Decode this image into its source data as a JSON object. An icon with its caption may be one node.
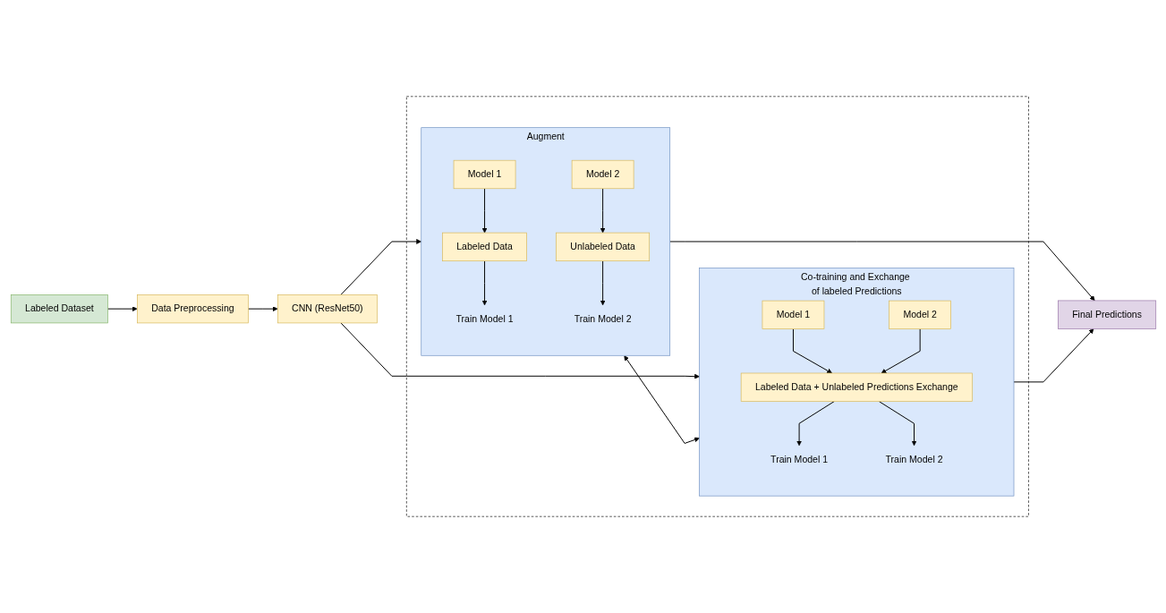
{
  "diagram": {
    "nodes": [
      {
        "text": [
          "Labeled Dataset"
        ]
      },
      {
        "text": [
          "Data Preprocessing"
        ]
      },
      {
        "text": [
          "CNN (ResNet50)"
        ]
      },
      {
        "text": [],
        "shape": "box"
      },
      {
        "text": [
          "Augment"
        ],
        "in": 3
      },
      {
        "text": [
          "Model 1"
        ],
        "in": 4
      },
      {
        "text": [
          "Model 2"
        ],
        "in": 4
      },
      {
        "text": [
          "Labeled Data"
        ],
        "in": 4
      },
      {
        "text": [
          "Unlabeled Data"
        ],
        "in": 4
      },
      {
        "text": [
          "Train Model 1"
        ],
        "in": 4
      },
      {
        "text": [
          "Train Model 2"
        ],
        "in": 4
      },
      {
        "text": [
          "Co-training and Exchange of labeled Predictions"
        ],
        "in": 3
      },
      {
        "text": [
          "Model 1"
        ],
        "in": 11
      },
      {
        "text": [
          "Model 2"
        ],
        "in": 11
      },
      {
        "text": [
          "Labeled Data + Unlabeled Predictions Exchange"
        ],
        "in": 11
      },
      {
        "text": [
          "Train Model 1"
        ],
        "in": 11
      },
      {
        "text": [
          "Train Model 2"
        ],
        "in": 11
      },
      {
        "text": [
          "Final Predictions"
        ]
      }
    ],
    "edges": [
      {
        "from": 0,
        "to": 1,
        "arrow": "to"
      },
      {
        "from": 1,
        "to": 2,
        "arrow": "to"
      },
      {
        "from": 2,
        "to": 4,
        "arrow": "to"
      },
      {
        "from": 2,
        "to": 11,
        "arrow": "to"
      },
      {
        "from": 4,
        "to": 11,
        "arrow": "both"
      },
      {
        "from": 5,
        "to": 7,
        "arrow": "to"
      },
      {
        "from": 6,
        "to": 8,
        "arrow": "to"
      },
      {
        "from": 7,
        "to": 9,
        "arrow": "to"
      },
      {
        "from": 8,
        "to": 10,
        "arrow": "to"
      },
      {
        "from": 12,
        "to": 14,
        "arrow": "to"
      },
      {
        "from": 13,
        "to": 14,
        "arrow": "to"
      },
      {
        "from": 14,
        "to": 15,
        "arrow": "to"
      },
      {
        "from": 14,
        "to": 16,
        "arrow": "to"
      },
      {
        "from": 4,
        "to": 17,
        "arrow": "to"
      },
      {
        "from": 11,
        "to": 17,
        "arrow": "to"
      }
    ]
  }
}
